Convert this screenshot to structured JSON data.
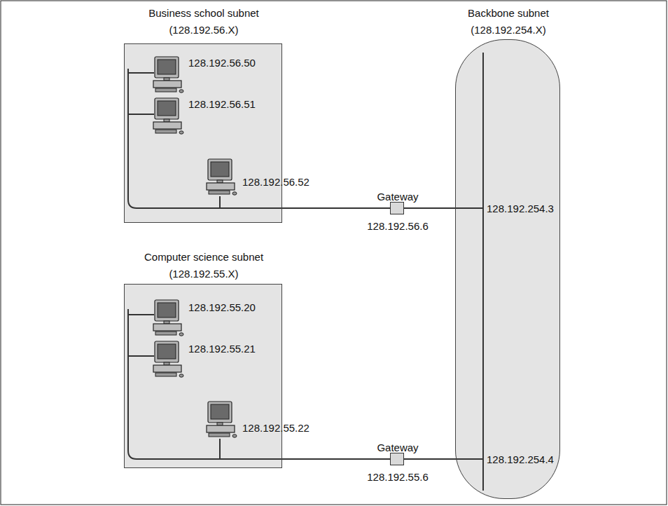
{
  "diagram": {
    "nodes": [
      {
        "text": [
          "Business school subnet",
          "(128.192.56.X)"
        ]
      },
      {
        "text": [
          "128.192.56.50"
        ],
        "in": 0
      },
      {
        "text": [
          "128.192.56.51"
        ],
        "in": 0
      },
      {
        "text": [
          "128.192.56.52"
        ],
        "in": 0
      },
      {
        "text": [
          "Gateway",
          "128.192.56.6"
        ]
      },
      {
        "text": [
          "Backbone subnet",
          "(128.192.254.X)",
          "128.192.254.3",
          "128.192.254.4"
        ]
      },
      {
        "text": [
          "Computer science subnet",
          "(128.192.55.X)"
        ]
      },
      {
        "text": [
          "128.192.55.20"
        ],
        "in": 6
      },
      {
        "text": [
          "128.192.55.21"
        ],
        "in": 6
      },
      {
        "text": [
          "128.192.55.22"
        ],
        "in": 6
      },
      {
        "text": [
          "Gateway",
          "128.192.55.6"
        ]
      }
    ],
    "edges": [
      {
        "from": 0,
        "to": 4,
        "arrow": "none"
      },
      {
        "from": 4,
        "to": 5,
        "arrow": "none"
      },
      {
        "from": 6,
        "to": 10,
        "arrow": "none"
      },
      {
        "from": 10,
        "to": 5,
        "arrow": "none"
      }
    ]
  }
}
